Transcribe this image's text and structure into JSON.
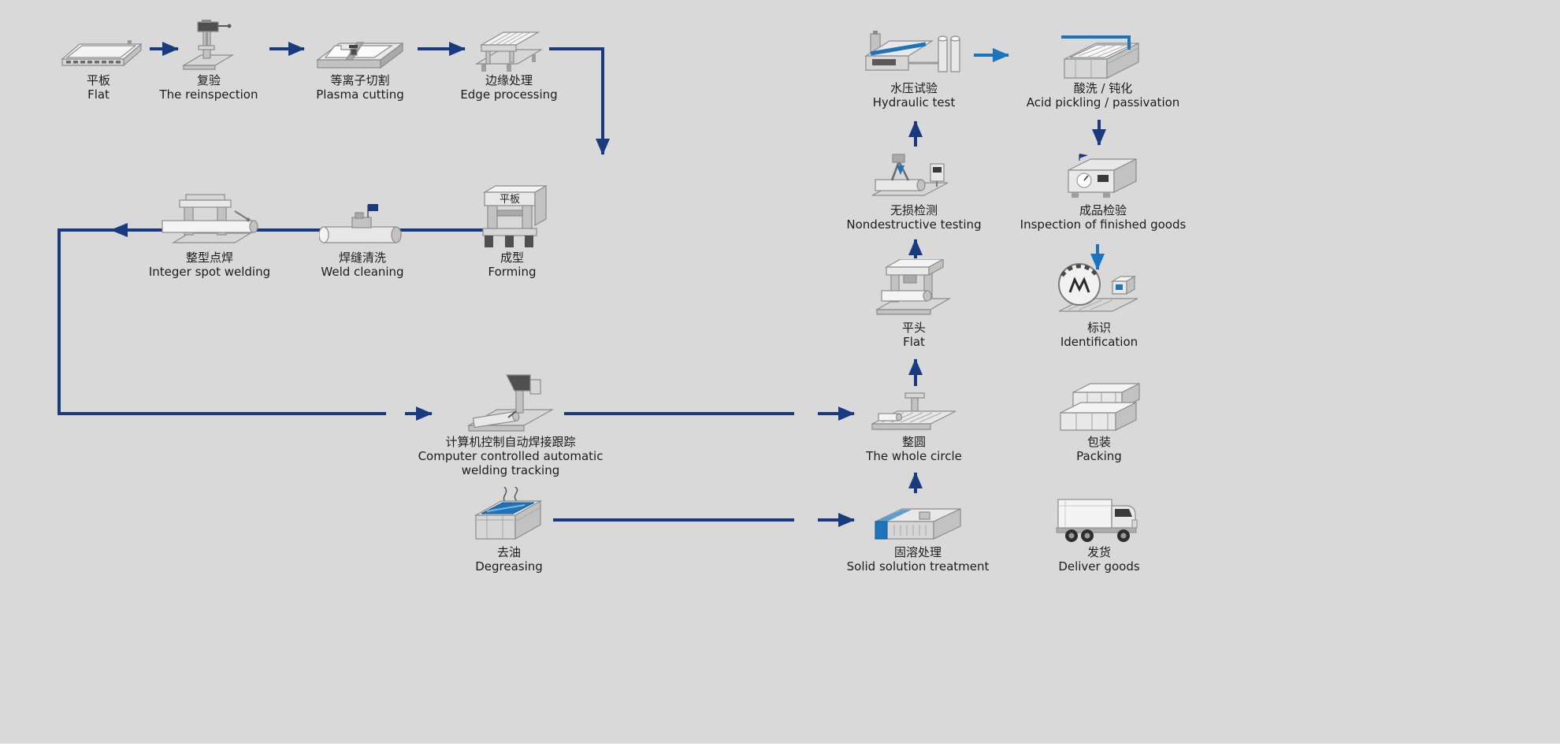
{
  "page": {
    "background": "#d9d9d9",
    "bottom_strip": "#ffffff"
  },
  "colors": {
    "arrow_dark": "#1a3a7f",
    "arrow_light": "#1b74bc",
    "accent_blue": "#1e74ba",
    "label_text": "#1c1c1c"
  },
  "nodes": {
    "flat_sheet": {
      "zh": "平板",
      "en": "Flat"
    },
    "reinspection": {
      "zh": "复验",
      "en": "The reinspection"
    },
    "plasma_cutting": {
      "zh": "等离子切割",
      "en": "Plasma cutting"
    },
    "edge_processing": {
      "zh": "边缘处理",
      "en": "Edge processing"
    },
    "integer_spot_welding": {
      "zh": "整型点焊",
      "en": "Integer spot welding"
    },
    "weld_cleaning": {
      "zh": "焊缝清洗",
      "en": "Weld cleaning"
    },
    "forming": {
      "zh": "成型",
      "en": "Forming",
      "machine_text": "平板"
    },
    "computer_welding": {
      "zh": "计算机控制自动焊接跟踪",
      "en": "Computer controlled automatic welding tracking"
    },
    "degreasing": {
      "zh": "去油",
      "en": "Degreasing"
    },
    "hydraulic_test": {
      "zh": "水压试验",
      "en": "Hydraulic test"
    },
    "ndt": {
      "zh": "无损检测",
      "en": "Nondestructive testing"
    },
    "flat_head": {
      "zh": "平头",
      "en": "Flat"
    },
    "whole_circle": {
      "zh": "整圆",
      "en": "The whole circle"
    },
    "solid_solution": {
      "zh": "固溶处理",
      "en": "Solid solution treatment"
    },
    "acid_pickling": {
      "zh": "酸洗 / 钝化",
      "en": "Acid pickling / passivation"
    },
    "finished_inspection": {
      "zh": "成品检验",
      "en": "Inspection of finished goods"
    },
    "identification": {
      "zh": "标识",
      "en": "Identification"
    },
    "packing": {
      "zh": "包装",
      "en": "Packing"
    },
    "deliver_goods": {
      "zh": "发货",
      "en": "Deliver goods"
    }
  }
}
